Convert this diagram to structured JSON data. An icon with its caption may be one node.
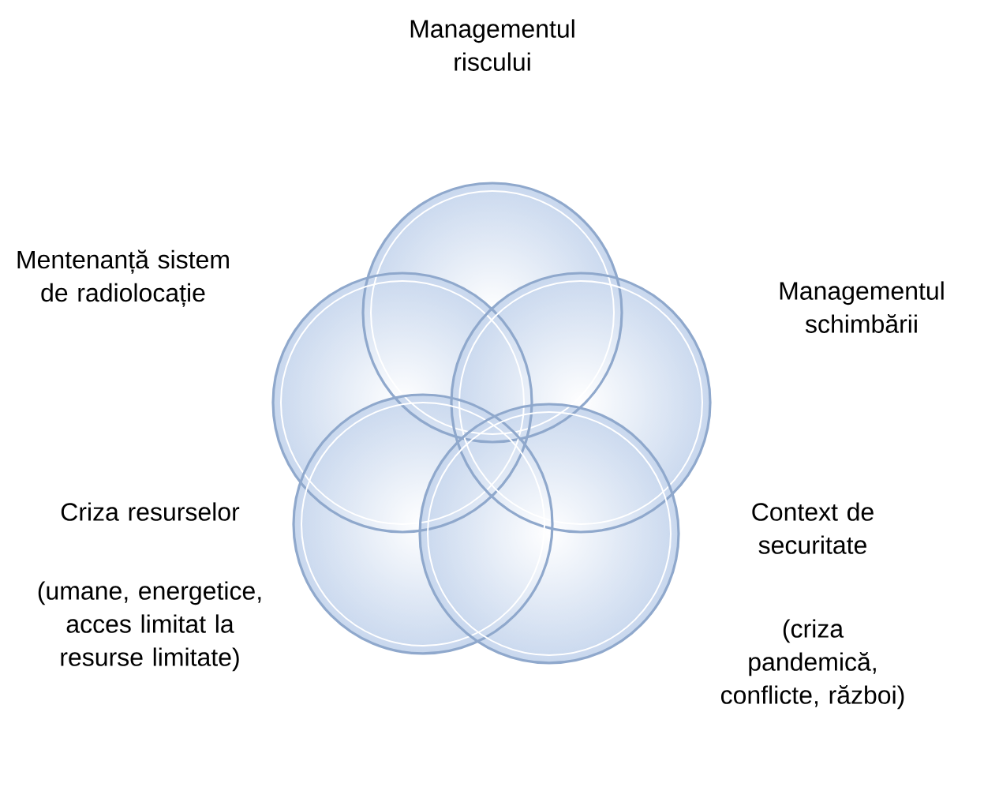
{
  "diagram": {
    "nodes": [
      {
        "text": [
          "Managementul riscului"
        ]
      },
      {
        "text": [
          "Mentenanță sistem de radiolocație"
        ]
      },
      {
        "text": [
          "Managementul schimbării"
        ]
      },
      {
        "text": [
          "Criza resurselor",
          "(umane, energetice, acces limitat la resurse limitate)"
        ]
      },
      {
        "text": [
          "Context de securitate",
          "(criza pandemică, conflicte, război)"
        ]
      }
    ]
  }
}
